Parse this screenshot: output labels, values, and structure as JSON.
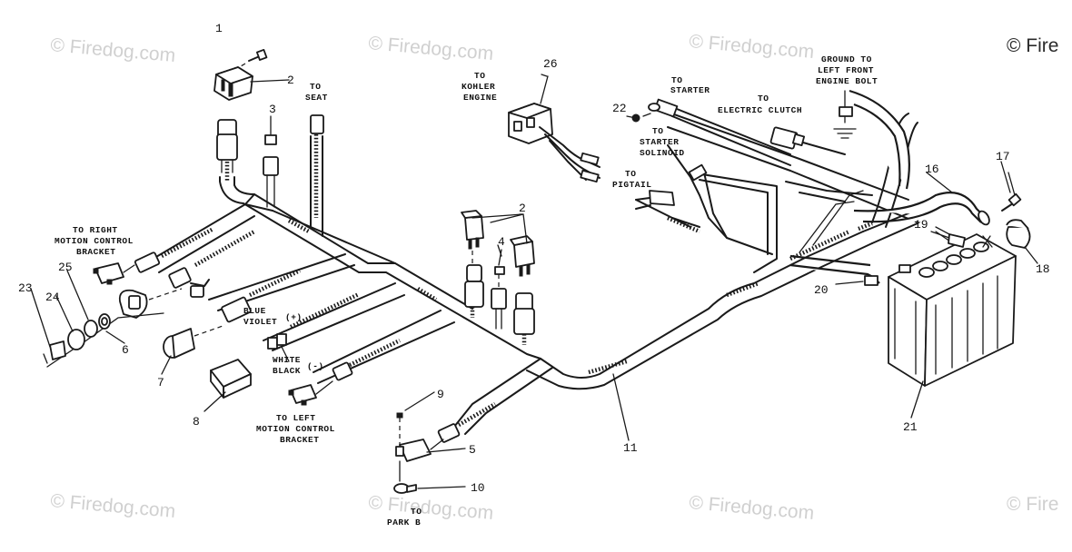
{
  "watermark": {
    "text": "© Firedog.com",
    "corner_text": "© Fire",
    "edge_text": "© Fire"
  },
  "callouts": {
    "c1": "1",
    "c2a": "2",
    "c2b": "2",
    "c3": "3",
    "c4": "4",
    "c5": "5",
    "c6": "6",
    "c7": "7",
    "c8": "8",
    "c9": "9",
    "c10": "10",
    "c11": "11",
    "c16": "16",
    "c17": "17",
    "c18": "18",
    "c19": "19",
    "c20": "20",
    "c21": "21",
    "c22": "22",
    "c23": "23",
    "c24": "24",
    "c25": "25",
    "c26": "26"
  },
  "labels": {
    "to_seat": [
      "TO",
      "SEAT"
    ],
    "to_kohler": [
      "TO",
      "KOHLER",
      "ENGINE"
    ],
    "to_starter": [
      "TO",
      "STARTER"
    ],
    "to_electric_clutch": [
      "TO",
      "ELECTRIC CLUTCH"
    ],
    "ground": [
      "GROUND TO",
      "LEFT FRONT",
      "ENGINE BOLT"
    ],
    "to_starter_solenoid": [
      "TO",
      "STARTER",
      "SOLINOID"
    ],
    "to_pigtail": [
      "TO",
      "PIGTAIL"
    ],
    "to_right_motion": [
      "TO RIGHT",
      "MOTION CONTROL",
      "BRACKET"
    ],
    "blue_violet": [
      "BLUE",
      "VIOLET",
      "(+)"
    ],
    "white_black": [
      "WHITE",
      "BLACK",
      "(-)"
    ],
    "to_left_motion": [
      "TO LEFT",
      "MOTION CONTROL",
      "BRACKET"
    ],
    "to_park": [
      "TO",
      "PARK B"
    ]
  }
}
